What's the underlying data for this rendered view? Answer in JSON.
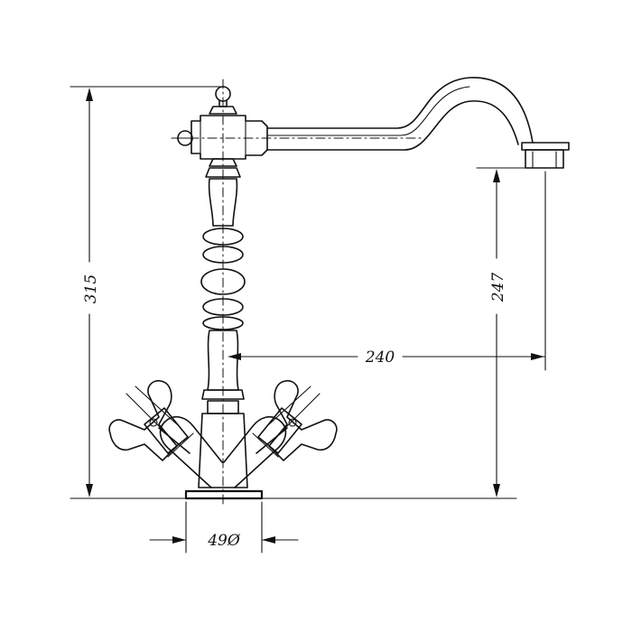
{
  "drawing": {
    "dimensions": {
      "height_total": "315",
      "spout_height": "247",
      "spout_reach": "240",
      "base_diameter": "49Ø"
    }
  }
}
